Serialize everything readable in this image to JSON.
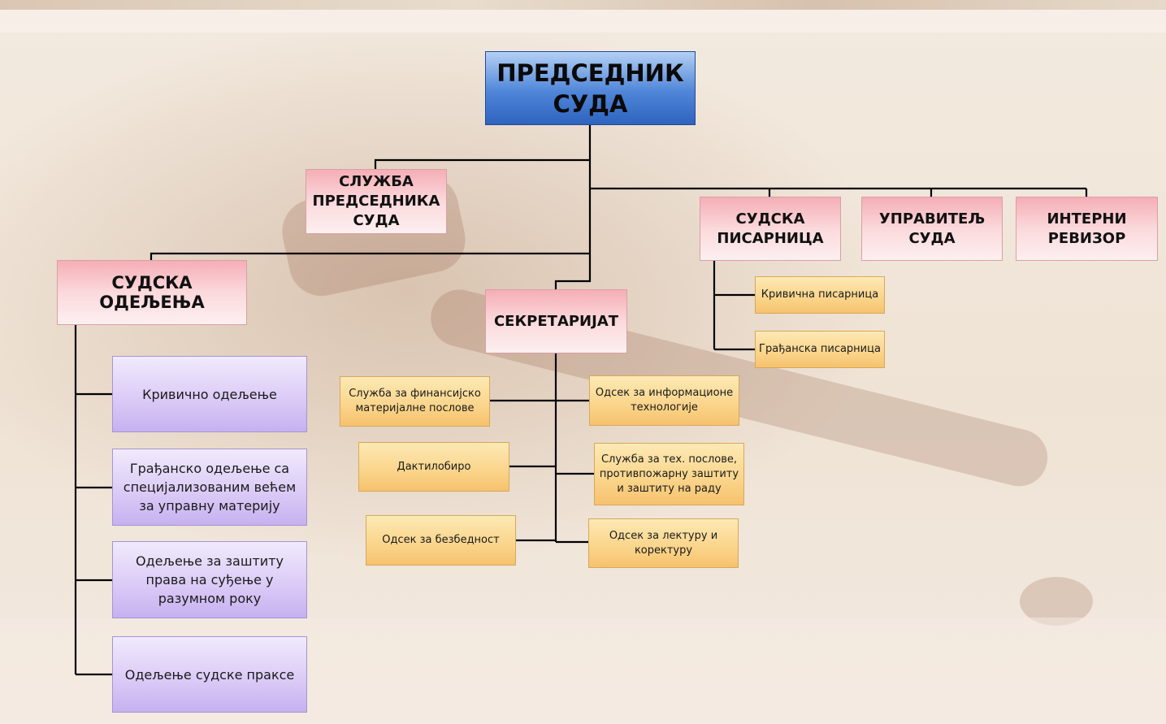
{
  "chart": {
    "top": "ПРЕДСЕДНИК СУДА",
    "staff_office": "СЛУЖБА ПРЕДСЕДНИКА СУДА",
    "registry": "СУДСКА ПИСАРНИЦА",
    "administrator": "УПРАВИТЕЉ СУДА",
    "auditor": "ИНТЕРНИ РЕВИЗОР",
    "departments": "СУДСКА ОДЕЉЕЊА",
    "secretariat": "СЕКРЕТАРИЈАТ",
    "registry_units": [
      "Кривична писарница",
      "Грађанска писарница"
    ],
    "department_units": [
      "Кривично одељење",
      "Грађанско одељење са специјализованим већем за управну материју",
      "Одељење за заштиту права на суђење у разумном року",
      "Одељење судске праксе"
    ],
    "secretariat_left": [
      "Служба за финансијско материјалне послове",
      "Дактилобиро",
      "Одсек за безбедност"
    ],
    "secretariat_right": [
      "Одсек за информационе технологије",
      "Служба за тех. послове, противпожарну заштиту и заштиту на раду",
      "Одсек за лектуру и коректуру"
    ]
  },
  "colors": {
    "top_box": "#4f86d8",
    "level_box": "#fbd9dc",
    "department_box": "#d9c9f6",
    "unit_box": "#fad48a",
    "connector": "#000000"
  }
}
